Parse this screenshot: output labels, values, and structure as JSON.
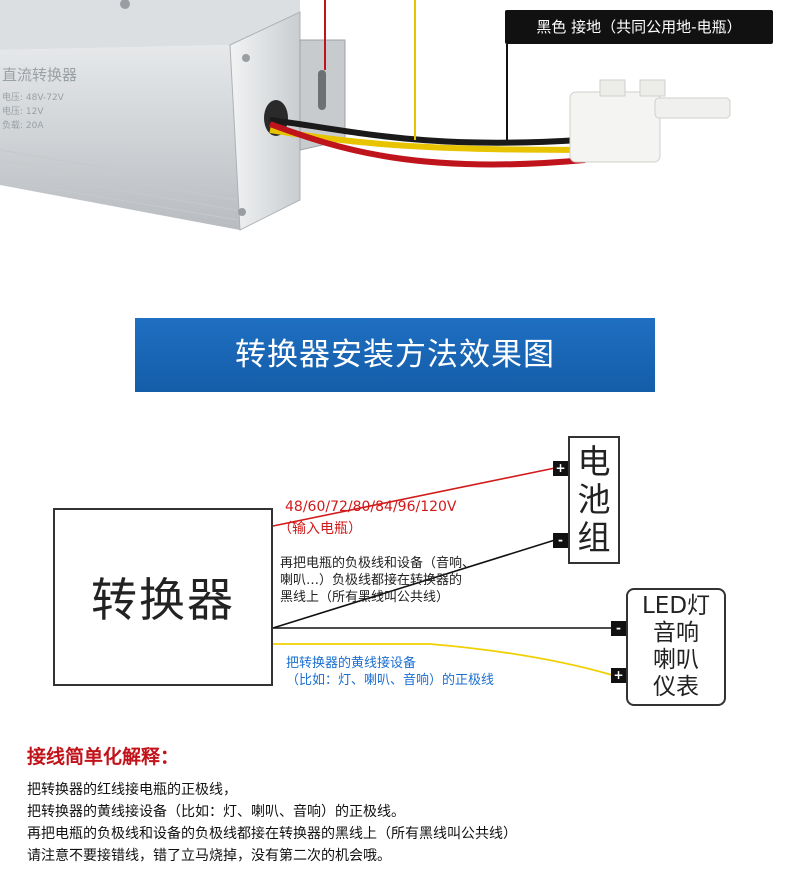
{
  "photo": {
    "ground_label": "黑色 接地（共同公用地-电瓶）",
    "module_label_lines": [
      "直流转换器",
      "电压: 48V-72V",
      "电压: 12V",
      "负载: 20A"
    ]
  },
  "banner": {
    "title": "转换器安装方法效果图"
  },
  "diagram": {
    "converter_label": "转换器",
    "battery_chars": [
      "电",
      "池",
      "组"
    ],
    "device_lines": [
      "LED灯",
      "音响",
      "喇叭",
      "仪表"
    ],
    "plus": "+",
    "minus": "-",
    "voltage_label": "48/60/72/80/84/96/120V",
    "input_label": "（输入电瓶）",
    "black_note": [
      "再把电瓶的负极线和设备（音响、",
      "喇叭…）负极线都接在转换器的",
      "黑线上（所有黑线叫公共线）"
    ],
    "yellow_note": [
      "把转换器的黄线接设备",
      "（比如：灯、喇叭、音响）的正极线"
    ],
    "colors": {
      "red": "#d11a1a",
      "yellow": "#f0d000",
      "black": "#111111",
      "blue": "#1a6fd1"
    }
  },
  "explanation": {
    "title": "接线简单化解释：",
    "lines": [
      "把转换器的红线接电瓶的正极线，",
      "把转换器的黄线接设备（比如：灯、喇叭、音响）的正极线。",
      "再把电瓶的负极线和设备的负极线都接在转换器的黑线上（所有黑线叫公共线）",
      "请注意不要接错线，错了立马烧掉，没有第二次的机会哦。"
    ]
  }
}
